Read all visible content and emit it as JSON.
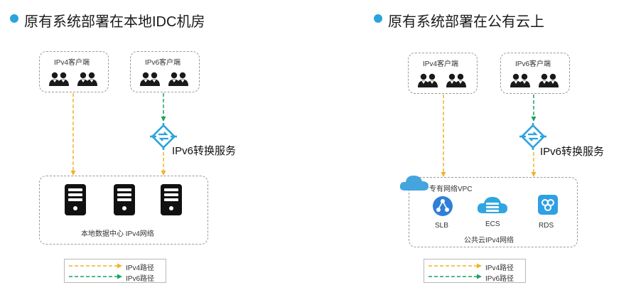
{
  "left": {
    "title": "原有系统部署在本地IDC机房",
    "client_ipv4": "IPv4客户端",
    "client_ipv6": "IPv6客户端",
    "translation_service": "IPv6转换服务",
    "datacenter_label": "本地数据中心 IPv4网络",
    "legend": {
      "ipv4": "IPv4路径",
      "ipv6": "IPv6路径"
    }
  },
  "right": {
    "title": "原有系统部署在公有云上",
    "client_ipv4": "IPv4客户端",
    "client_ipv6": "IPv6客户端",
    "translation_service": "IPv6转换服务",
    "vpc_label": "专有网络VPC",
    "services": [
      "SLB",
      "ECS",
      "RDS"
    ],
    "cloud_label": "公共云IPv4网络",
    "legend": {
      "ipv4": "IPv4路径",
      "ipv6": "IPv6路径"
    }
  },
  "colors": {
    "ipv4_path": "#f0b429",
    "ipv6_path": "#1aa260",
    "accent": "#2aa4dd",
    "icon_dark": "#1a1a1a"
  },
  "icons": [
    "user-group-icon",
    "translation-service-icon",
    "server-icon",
    "cloud-icon",
    "slb-icon",
    "ecs-icon",
    "rds-icon"
  ]
}
